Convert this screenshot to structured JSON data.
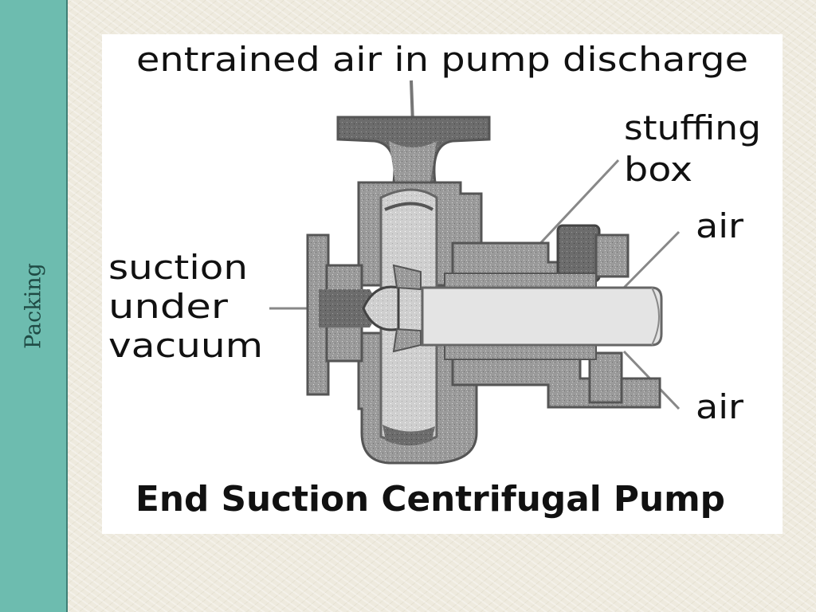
{
  "sidebar": {
    "title": "Packing",
    "color": "#6dbcaf"
  },
  "diagram": {
    "top_label": "entrained air in pump discharge",
    "stuffing_box_line1": "stuffing",
    "stuffing_box_line2": "box",
    "air_top": "air",
    "air_bottom": "air",
    "suction_line1": "suction",
    "suction_line2": "under",
    "suction_line3": "vacuum",
    "caption": "End Suction Centrifugal Pump"
  }
}
